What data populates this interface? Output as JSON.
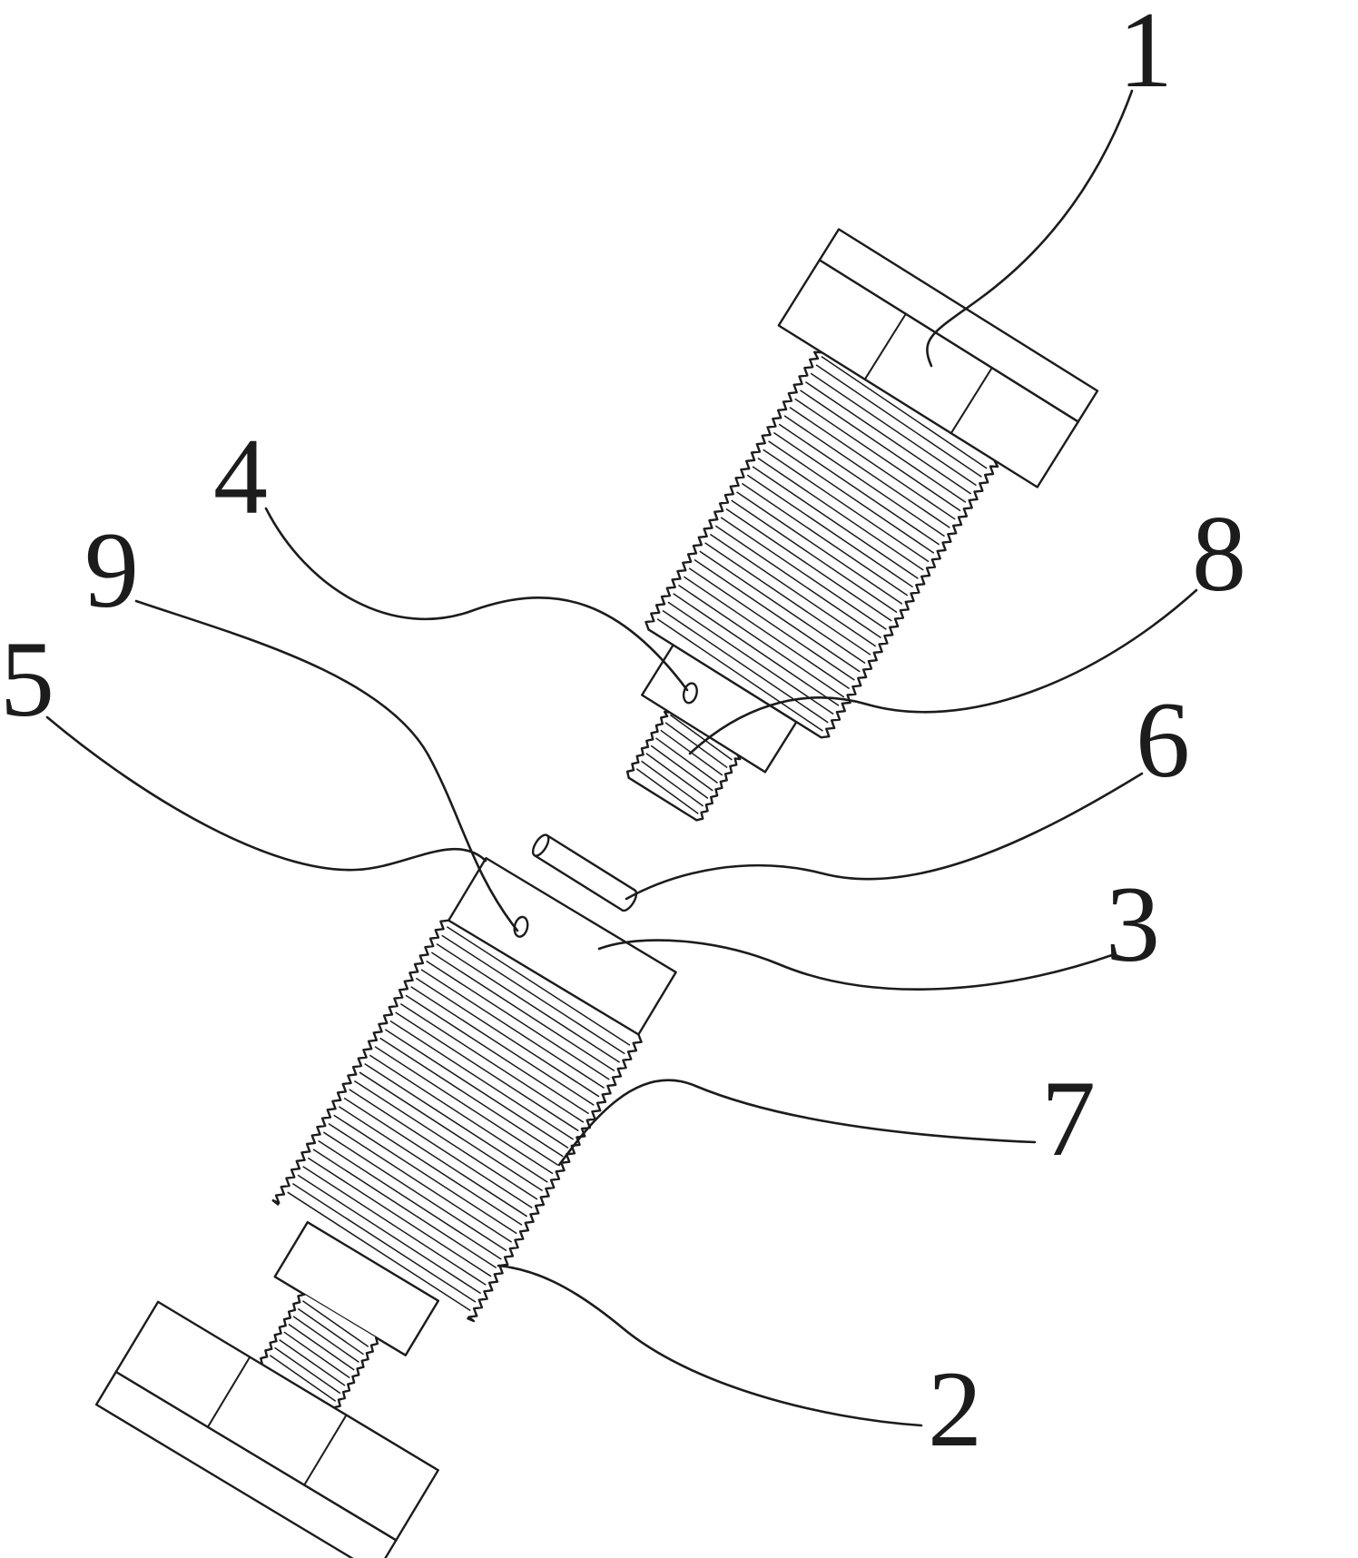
{
  "figure": {
    "background": "#ffffff",
    "line_color": "#1c1c1c",
    "labels": [
      {
        "text": "1"
      },
      {
        "text": "2"
      },
      {
        "text": "3"
      },
      {
        "text": "4"
      },
      {
        "text": "5"
      },
      {
        "text": "6"
      },
      {
        "text": "7"
      },
      {
        "text": "8"
      },
      {
        "text": "9"
      }
    ]
  }
}
